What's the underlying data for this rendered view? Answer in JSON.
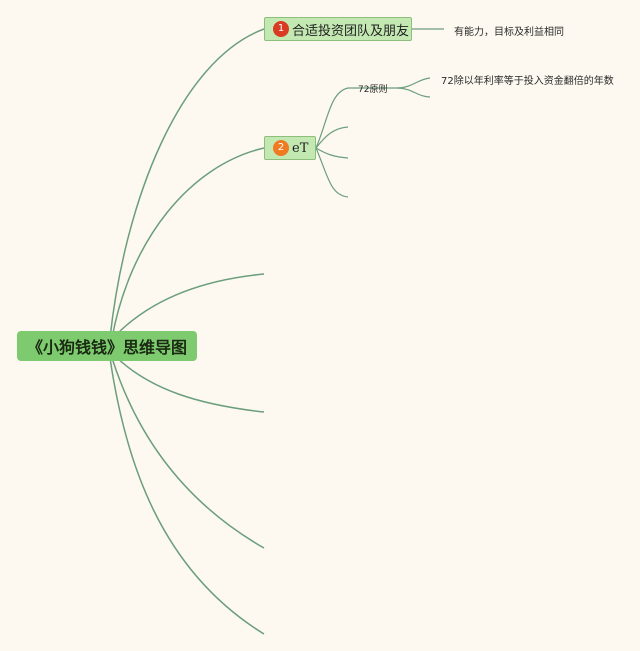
{
  "root": {
    "label": "《小狗钱钱》思维导图"
  },
  "topics": [
    {
      "number": "1",
      "label": "合适投资团队及朋友",
      "badge_color": "#d93a22"
    },
    {
      "number": "2",
      "label": "eT",
      "badge_color": "#ef7a22"
    }
  ],
  "leaves": {
    "topic1_detail": "有能力，目标及利益相同",
    "rule_72": "72原则",
    "rule_72_detail": "72除以年利率等于投入资金翻倍的年数"
  },
  "colors": {
    "background": "#fdf9f0",
    "root_fill": "#7ecb6f",
    "topic_fill": "#c4e8b2",
    "connector": "#6b9e7c"
  }
}
